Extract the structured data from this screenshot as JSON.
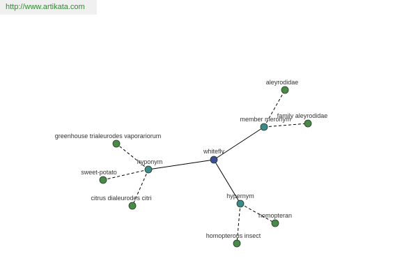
{
  "site": {
    "url": "http://www.artikata.com"
  },
  "colors": {
    "center": "#3c4c9c",
    "relation": "#3a8a8a",
    "leaf": "#4a8a48",
    "edge": "#000000"
  },
  "graph": {
    "center": {
      "id": "whitefly",
      "label": "whitefly"
    },
    "relations": [
      {
        "id": "hyponym",
        "label": "hyponym"
      },
      {
        "id": "member-meronym",
        "label": "member meronym"
      },
      {
        "id": "hypernym",
        "label": "hypernym"
      }
    ],
    "leaves": [
      {
        "id": "greenhouse",
        "parent": "hyponym",
        "label": "greenhouse trialeurodes vaporariorum"
      },
      {
        "id": "sweet-potato",
        "parent": "hyponym",
        "label": "sweet-potato"
      },
      {
        "id": "citrus",
        "parent": "hyponym",
        "label": "citrus dialeurodes citri"
      },
      {
        "id": "aleyrodidae",
        "parent": "member-meronym",
        "label": "aleyrodidae"
      },
      {
        "id": "family-aleyrodidae",
        "parent": "member-meronym",
        "label": "family aleyrodidae"
      },
      {
        "id": "homopteran",
        "parent": "hypernym",
        "label": "homopteran"
      },
      {
        "id": "homopterous-insect",
        "parent": "hypernym",
        "label": "homopterous insect"
      }
    ]
  }
}
